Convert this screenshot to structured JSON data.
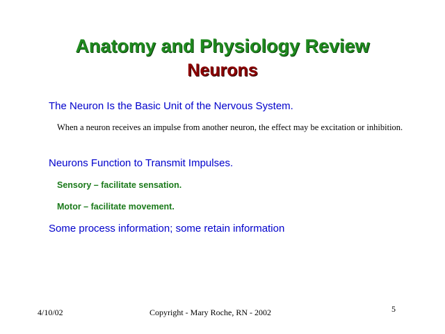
{
  "slide": {
    "title": "Anatomy and Physiology Review",
    "subtitle": "Neurons",
    "points": [
      {
        "text": "The Neuron Is the Basic Unit of the Nervous System.",
        "subpoints": [
          "When a neuron receives an impulse from another neuron, the effect may be excitation or inhibition."
        ]
      },
      {
        "text": "Neurons Function to Transmit Impulses.",
        "subpoints": [
          "Sensory – facilitate sensation.",
          "Motor – facilitate movement."
        ]
      },
      {
        "text": "Some process information; some retain information",
        "subpoints": []
      }
    ],
    "footer": {
      "date": "4/10/02",
      "copyright": "Copyright - Mary Roche, RN - 2002",
      "page_number": "5"
    }
  },
  "colors": {
    "title": "#1f8a1f",
    "subtitle": "#8b0000",
    "bullet": "#0000cc",
    "subbullet_green": "#1b7a1b"
  }
}
